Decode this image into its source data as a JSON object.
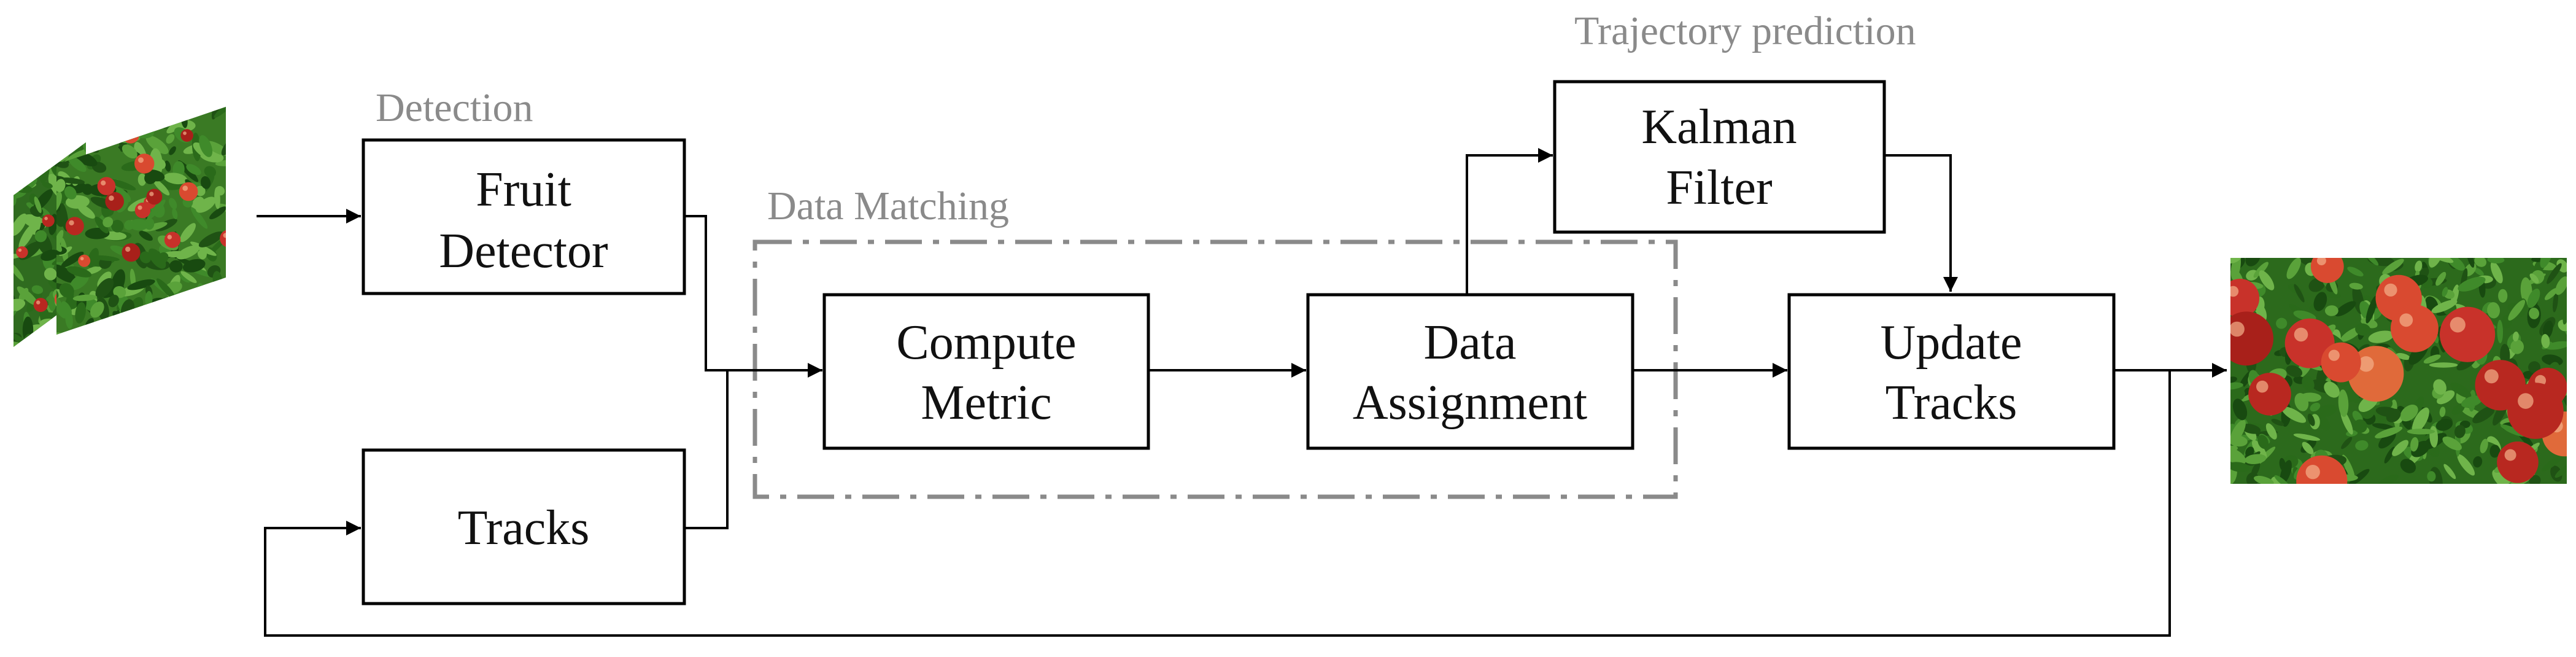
{
  "labels": {
    "detection": "Detection",
    "data_matching": "Data Matching",
    "trajectory_prediction": "Trajectory prediction"
  },
  "boxes": {
    "fruit_detector": [
      "Fruit",
      "Detector"
    ],
    "tracks": [
      "Tracks"
    ],
    "compute_metric": [
      "Compute",
      "Metric"
    ],
    "data_assignment": [
      "Data",
      "Assignment"
    ],
    "kalman_filter": [
      "Kalman",
      "Filter"
    ],
    "update_tracks": [
      "Update",
      "Tracks"
    ]
  },
  "images": {
    "input": "input-apple-frames-image",
    "output": "output-apple-tree-image"
  },
  "colors": {
    "line": "#000000",
    "region": "#8a8a8a",
    "label": "#8a8a8a",
    "foliage": "#2f6b1f",
    "apple": "#c8322a"
  }
}
